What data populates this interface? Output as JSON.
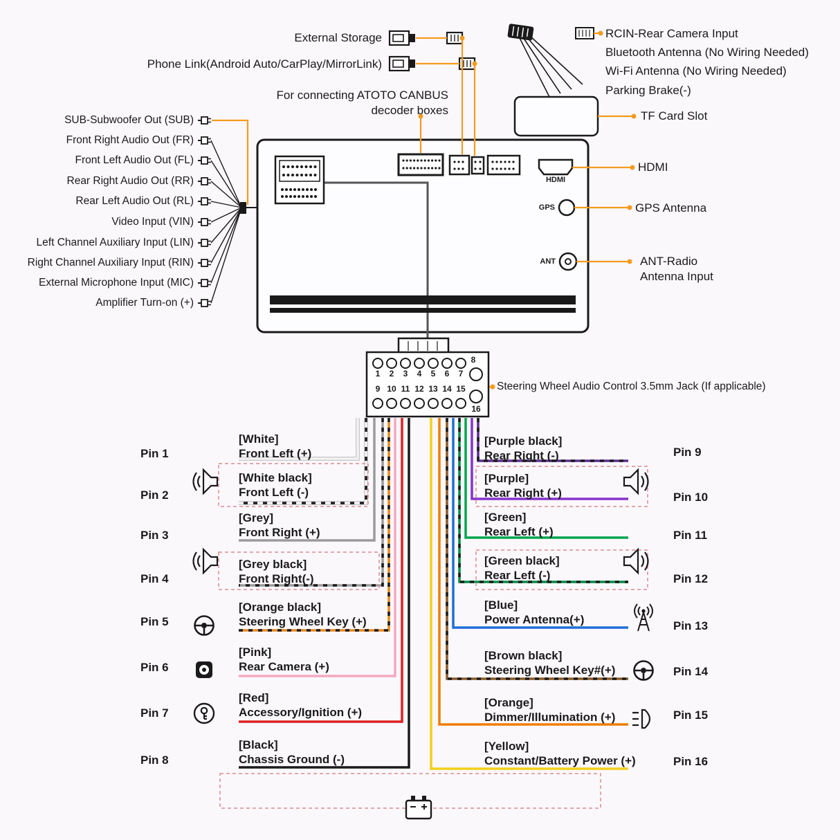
{
  "accent": "#F59B1E",
  "top": {
    "external_storage": "External Storage",
    "phone_link": "Phone Link(Android Auto/CarPlay/MirrorLink)",
    "canbus": "For connecting ATOTO CANBUS\ndecoder boxes"
  },
  "right_labels": {
    "rcin": "RCIN-Rear Camera Input",
    "bluetooth": "Bluetooth Antenna (No Wiring Needed)",
    "wifi": "Wi-Fi Antenna (No Wiring Needed)",
    "parking_brake": "Parking Brake(-)",
    "tf_card": "TF Card Slot",
    "hdmi": "HDMI",
    "gps": "GPS Antenna",
    "ant": "ANT-Radio\nAntenna Input"
  },
  "unit": {
    "hdmi": "HDMI",
    "gps": "GPS",
    "ant": "ANT"
  },
  "left_ports": [
    "SUB-Subwoofer Out (SUB)",
    "Front Right Audio Out (FR)",
    "Front Left Audio Out (FL)",
    "Rear Right Audio Out (RR)",
    "Rear Left Audio Out (RL)",
    "Video Input (VIN)",
    "Left Channel Auxiliary Input (LIN)",
    "Right Channel Auxiliary Input (RIN)",
    "External Microphone Input (MIC)",
    "Amplifier Turn-on (+)"
  ],
  "connector": {
    "numbers": [
      "1",
      "2",
      "3",
      "4",
      "5",
      "6",
      "7",
      "8",
      "9",
      "10",
      "11",
      "12",
      "13",
      "14",
      "15",
      "16"
    ],
    "swc": "Steering Wheel Audio Control 3.5mm Jack (If applicable)"
  },
  "pins_left": [
    {
      "pin": "Pin 1",
      "tag": "[White]",
      "label": "Front Left (+)",
      "hex": "#f2f2f2"
    },
    {
      "pin": "Pin 2",
      "tag": "[White black]",
      "label": "Front Left (-)",
      "hex": "#f2f2f2"
    },
    {
      "pin": "Pin 3",
      "tag": "[Grey]",
      "label": "Front Right (+)",
      "hex": "#9b9b9b"
    },
    {
      "pin": "Pin 4",
      "tag": "[Grey black]",
      "label": "Front Right(-)",
      "hex": "#9b9b9b"
    },
    {
      "pin": "Pin 5",
      "tag": "[Orange black]",
      "label": "Steering Wheel Key (+)",
      "hex": "#e8891d"
    },
    {
      "pin": "Pin 6",
      "tag": "[Pink]",
      "label": "Rear Camera (+)",
      "hex": "#f5a8c0"
    },
    {
      "pin": "Pin 7",
      "tag": "[Red]",
      "label": "Accessory/Ignition (+)",
      "hex": "#e02020"
    },
    {
      "pin": "Pin 8",
      "tag": "[Black]",
      "label": "Chassis Ground (-)",
      "hex": "#1a1a1a"
    }
  ],
  "pins_right": [
    {
      "pin": "Pin 9",
      "tag": "[Purple black]",
      "label": "Rear Right (-)",
      "hex": "#5c2e91"
    },
    {
      "pin": "Pin 10",
      "tag": "[Purple]",
      "label": "Rear Right (+)",
      "hex": "#8633cc"
    },
    {
      "pin": "Pin 11",
      "tag": "[Green]",
      "label": "Rear Left (+)",
      "hex": "#00a650"
    },
    {
      "pin": "Pin 12",
      "tag": "[Green black]",
      "label": "Rear Left (-)",
      "hex": "#008a43"
    },
    {
      "pin": "Pin 13",
      "tag": "[Blue]",
      "label": "Power Antenna(+)",
      "hex": "#1e6fd6"
    },
    {
      "pin": "Pin 14",
      "tag": "[Brown black]",
      "label": "Steering Wheel Key#(+)",
      "hex": "#8a5a28"
    },
    {
      "pin": "Pin 15",
      "tag": "[Orange]",
      "label": "Dimmer/Illumination (+)",
      "hex": "#f07d00"
    },
    {
      "pin": "Pin 16",
      "tag": "[Yellow]",
      "label": "Constant/Battery Power (+)",
      "hex": "#f2cf1d"
    }
  ]
}
